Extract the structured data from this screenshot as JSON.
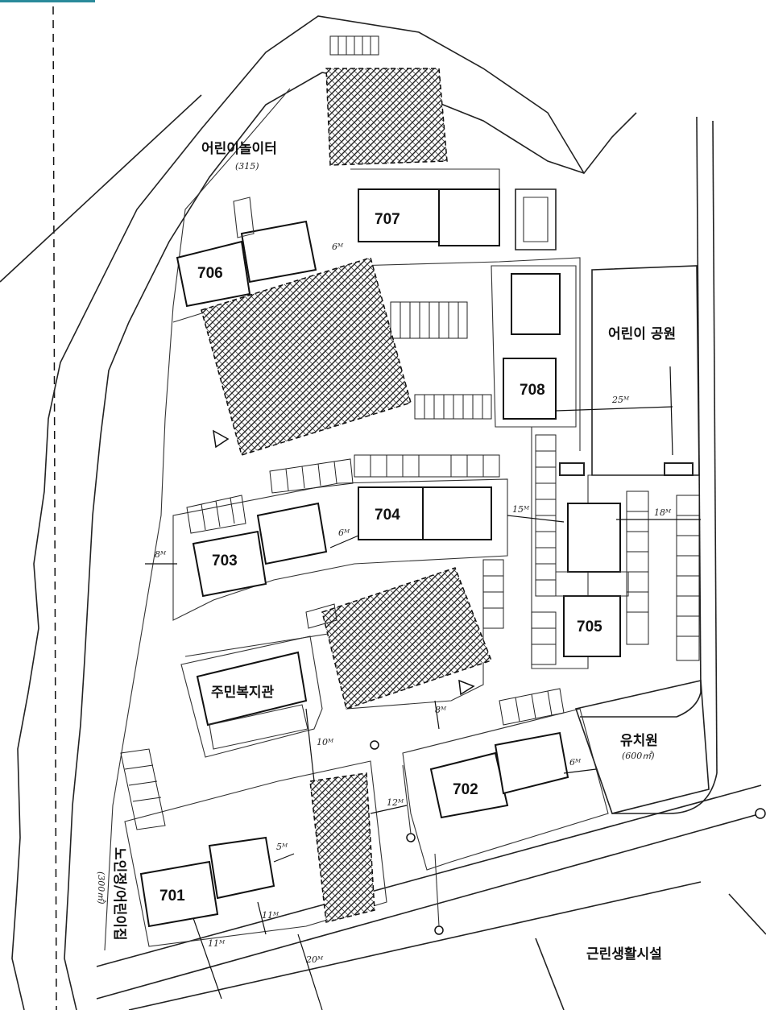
{
  "colors": {
    "ink": "#111111",
    "paper": "#ffffff",
    "top_bar": "#2a8a9a"
  },
  "buildings": {
    "b701": "701",
    "b702": "702",
    "b703": "703",
    "b704": "704",
    "b705": "705",
    "b706": "706",
    "b707": "707",
    "b708": "708"
  },
  "areas": {
    "playground": "어린이놀이터",
    "playground_area": "(315)",
    "childrens_park": "어린이 공원",
    "welfare_center": "주민복지관",
    "kindergarten": "유치원",
    "kindergarten_area": "(600㎡)",
    "senior_center": "노인정/어린이집",
    "senior_center_area": "(300㎡)",
    "neighborhood_facility": "근린생활시설"
  },
  "dimensions": {
    "d_8m": "8ᴹ",
    "d_6m_703": "6ᴹ",
    "d_15m": "15ᴹ",
    "d_18m": "18ᴹ",
    "d_25m": "25ᴹ",
    "d_6m_702": "6ᴹ",
    "d_12m": "12ᴹ",
    "d_5m": "5ᴹ",
    "d_11m_a": "11ᴹ",
    "d_11m_b": "11ᴹ",
    "d_20m": "20ᴹ",
    "d_10m": "10ᴹ",
    "d_8m_b": "8ᴹ",
    "d_6m_706": "6ᴹ"
  }
}
